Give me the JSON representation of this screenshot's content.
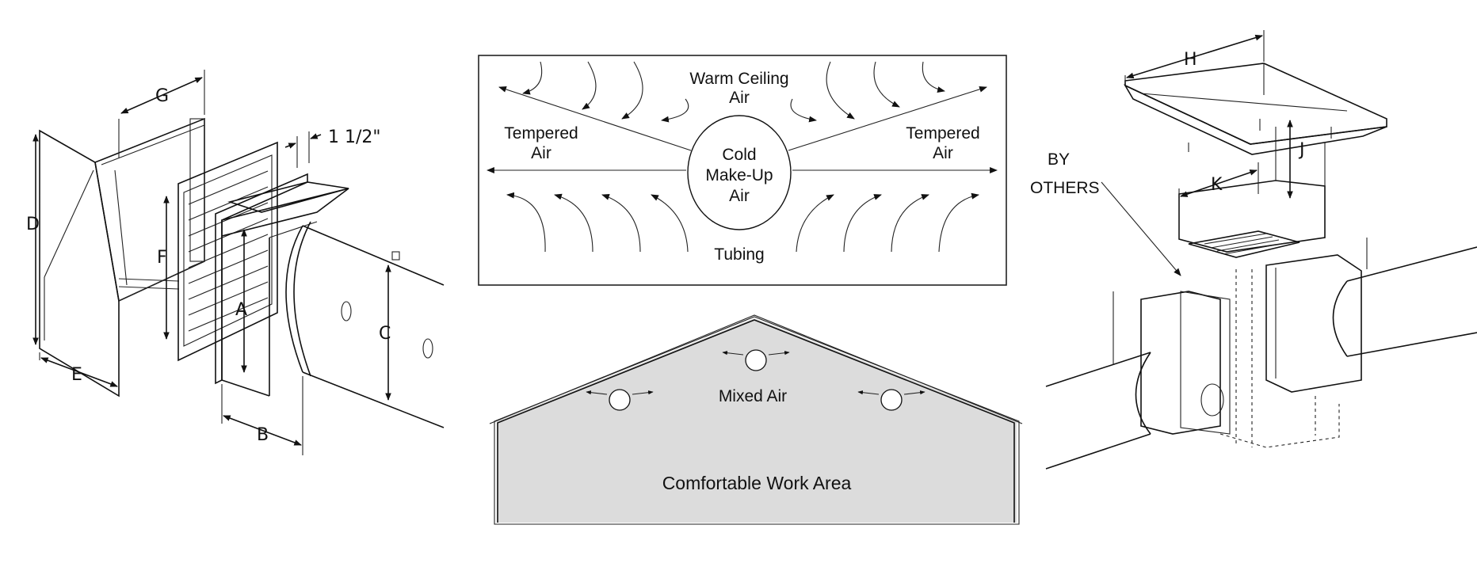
{
  "left_diagram": {
    "dimensions": [
      "G",
      "1 1/2\"",
      "D",
      "F",
      "A",
      "C",
      "E",
      "B"
    ]
  },
  "airflow_panel": {
    "top_label_line1": "Warm Ceiling",
    "top_label_line2": "Air",
    "left_label_line1": "Tempered",
    "left_label_line2": "Air",
    "right_label_line1": "Tempered",
    "right_label_line2": "Air",
    "center_label_line1": "Cold",
    "center_label_line2": "Make-Up",
    "center_label_line3": "Air",
    "bottom_label": "Tubing"
  },
  "building_panel": {
    "mixed_air_label": "Mixed Air",
    "work_area_label": "Comfortable Work Area",
    "fill_color": "#dcdcdc"
  },
  "right_diagram": {
    "dimensions": [
      "H",
      "J",
      "K"
    ],
    "note_line1": "BY",
    "note_line2": "OTHERS"
  }
}
